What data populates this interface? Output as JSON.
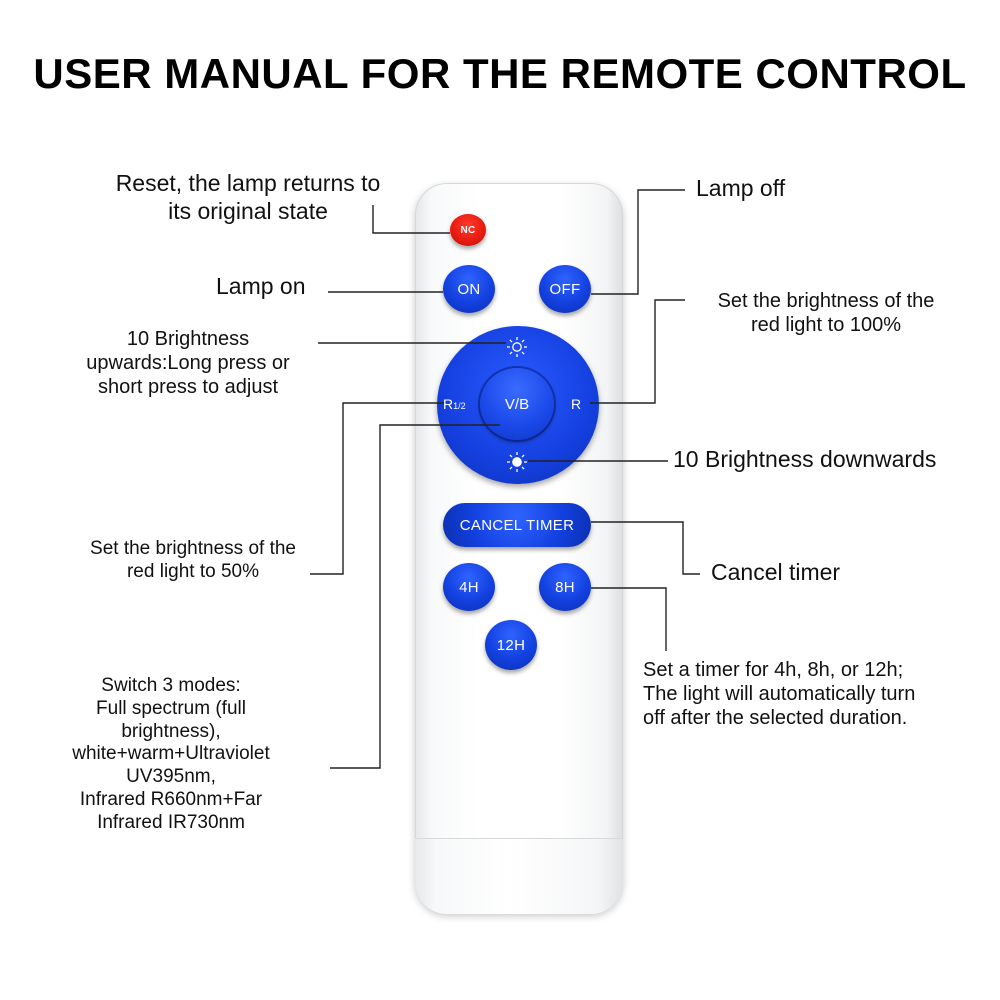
{
  "title": "USER MANUAL FOR THE REMOTE CONTROL",
  "remote": {
    "buttons": {
      "nc": "NC",
      "on": "ON",
      "off": "OFF",
      "center": "V/B",
      "left": "R",
      "left_sub": "1/2",
      "right": "R",
      "cancel": "CANCEL  TIMER",
      "h4": "4H",
      "h8": "8H",
      "h12": "12H"
    },
    "icons": [
      "sun-up-icon",
      "sun-down-icon"
    ]
  },
  "labels": {
    "reset": "Reset, the lamp returns to\nits original state",
    "lamp_off": "Lamp off",
    "lamp_on": "Lamp on",
    "red_100": "Set the brightness of the\nred light to 100%",
    "bright_up": "10 Brightness\nupwards:Long press or\nshort press to adjust",
    "bright_down": "10 Brightness downwards",
    "red_50": "Set the brightness of the\nred light to 50%",
    "cancel_timer": "Cancel timer",
    "timer": "Set a timer for 4h, 8h, or 12h;\nThe light will automatically turn\noff after the selected duration.",
    "modes": "Switch 3 modes:\nFull spectrum (full\nbrightness),\nwhite+warm+Ultraviolet\nUV395nm,\nInfrared R660nm+Far\nInfrared IR730nm"
  },
  "colors": {
    "button_blue": "#1341e0",
    "nc_red": "#e61a10",
    "remote_white": "#ffffff"
  }
}
